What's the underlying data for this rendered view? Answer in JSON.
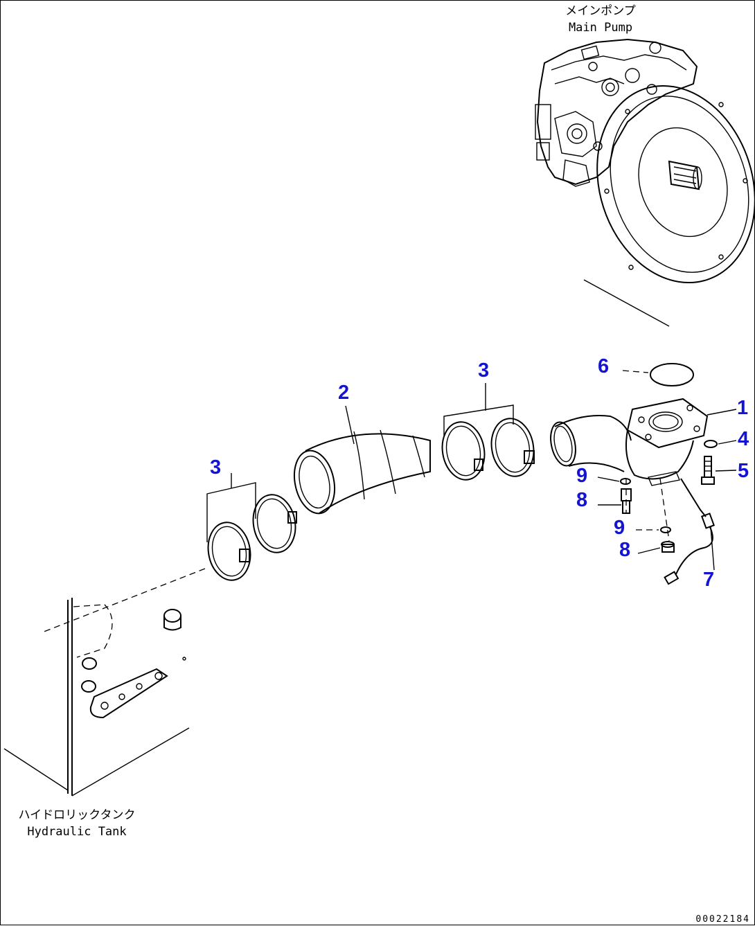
{
  "labels": {
    "main_pump_jp": "メインポンプ",
    "main_pump_en": "Main Pump",
    "hydraulic_tank_jp": "ハイドロリックタンク",
    "hydraulic_tank_en": "Hydraulic Tank"
  },
  "callouts": {
    "c1": "1",
    "c2": "2",
    "c3a": "3",
    "c3b": "3",
    "c4": "4",
    "c5": "5",
    "c6": "6",
    "c7": "7",
    "c8a": "8",
    "c8b": "8",
    "c9a": "9",
    "c9b": "9"
  },
  "drawing_code": "00022184",
  "colors": {
    "callout": "#1414d2",
    "line": "#000000"
  }
}
